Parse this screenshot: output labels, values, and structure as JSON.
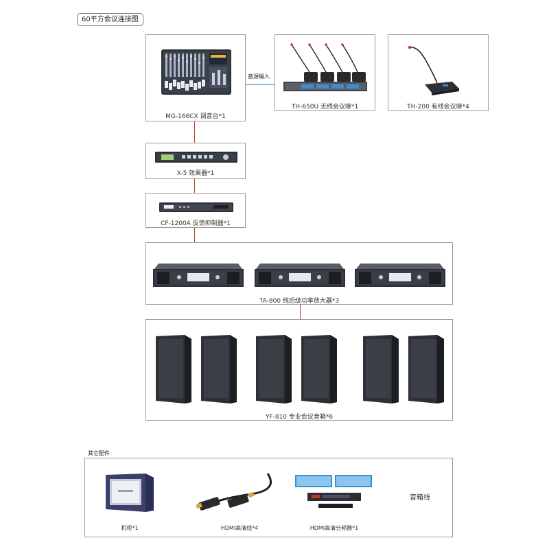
{
  "title": "60平方会议连接图",
  "mixer": {
    "caption": "MG-166CX 调音台*1"
  },
  "audio_input_label": "音源输入",
  "wireless_mic": {
    "caption": "TH-650U 无线会议嘜*1"
  },
  "wired_mic": {
    "caption": "TH-200 有线会议嘜*4"
  },
  "effects": {
    "caption": "X-5 效果器*1"
  },
  "feedback": {
    "caption": "CF-1200A 反馈抑制器*1"
  },
  "amplifier": {
    "caption": "TA-800 纯后级功率放大器*3",
    "count": 3
  },
  "speakers": {
    "caption": "YF-810 专业会议音箱*6",
    "count": 6
  },
  "accessories": {
    "heading": "其它配件",
    "cabinet": "机柜*1",
    "hdmi_cable": "HDMI高清线*4",
    "hdmi_splitter": "HDMI高清分频器*1",
    "speaker_wire": "音箱线"
  },
  "colors": {
    "signal_line": "#c0392b",
    "input_line": "#3a8fd0",
    "border": "#9a9a9a"
  }
}
